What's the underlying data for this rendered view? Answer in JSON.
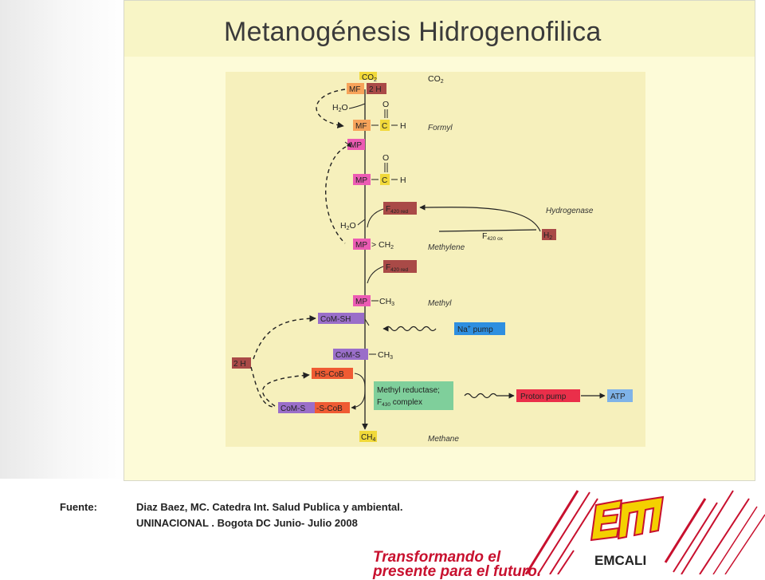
{
  "slide": {
    "title": "Metanogénesis Hidrogenofilica"
  },
  "diagram": {
    "boxes": {
      "co2_top": "CO",
      "mf1": "MF",
      "two_h_top": "2 H",
      "mf2": "MF",
      "c_formyl": "C",
      "mp1": "MP",
      "mp2": "MP",
      "c_mp": "C",
      "f420red_1": "F",
      "mp3": "MP",
      "h2": "H",
      "f420red_2": "F",
      "mp4": "MP",
      "coms_h": "CoM-SH",
      "na_pump": "Na",
      "coms": "CoM-S",
      "two_h_left": "2 H",
      "hscob": "HS-CoB",
      "methyl_reductase_1": "Methyl reductase;",
      "methyl_reductase_2": "F",
      "proton_pump": "Proton pump",
      "atp": "ATP",
      "comsscob_a": "CoM-S",
      "comsscob_b": "S-CoB",
      "ch4": "CH"
    },
    "labels": {
      "co2_right": "CO",
      "formyl": "Formyl",
      "h2o_1": "H",
      "h2o_2": "H",
      "methylene": "Methylene",
      "methyl": "Methyl",
      "methane": "Methane",
      "hydrogenase": "Hydrogenase",
      "f420ox": "F",
      "h_formyl": "H",
      "h_mp": "H",
      "o_formyl": "O",
      "o_mp": "O",
      "ch2": "CH",
      "ch3_a": "CH",
      "ch3_b": "CH"
    },
    "colors": {
      "mf": "#f7a35a",
      "mp": "#ec5bb3",
      "f420": "#a94a47",
      "com": "#9a6ec9",
      "hscob": "#ef5b33",
      "yellow": "#f1d93a",
      "methyl_reductase": "#7fcf9b",
      "proton_pump": "#ea2f4a",
      "na_pump": "#2e8fe0",
      "atp": "#7fb3e8"
    }
  },
  "footer": {
    "label": "Fuente:",
    "line1": "Diaz Baez, MC. Catedra Int. Salud Publica y ambiental.",
    "line2": "UNINACIONAL . Bogota DC Junio- Julio 2008"
  },
  "branding": {
    "slogan_line1": "Transformando el",
    "slogan_line2": "presente para el futuro.",
    "logo_text": "EMCALI",
    "brand_color": "#c8102e",
    "logo_yellow": "#f4d000"
  }
}
